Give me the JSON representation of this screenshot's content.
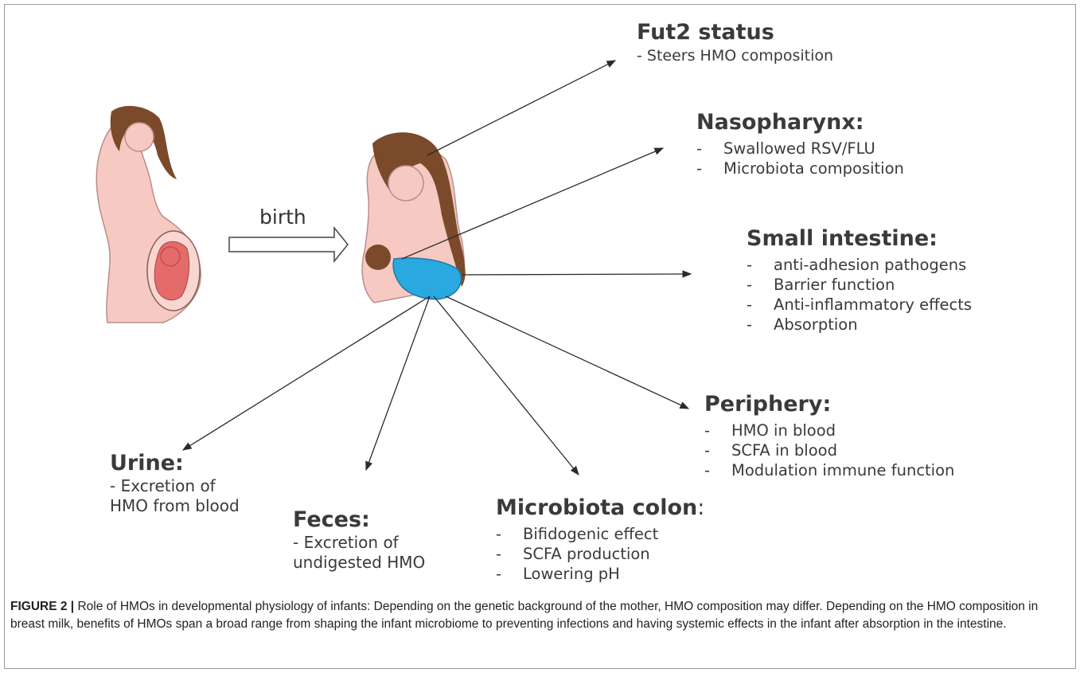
{
  "birth_label": "birth",
  "nodes": {
    "fut2": {
      "title": "Fut2 status",
      "lines": [
        "- Steers HMO composition"
      ]
    },
    "nasopharynx": {
      "title": "Nasopharynx:",
      "items": [
        "Swallowed RSV/FLU",
        "Microbiota composition"
      ]
    },
    "small_intestine": {
      "title": "Small intestine:",
      "items": [
        "anti-adhesion pathogens",
        "Barrier function",
        "Anti-inflammatory effects",
        "Absorption"
      ]
    },
    "periphery": {
      "title": "Periphery:",
      "items": [
        "HMO in blood",
        "SCFA in blood",
        "Modulation immune function"
      ]
    },
    "urine": {
      "title": "Urine:",
      "lines": [
        "- Excretion of",
        "HMO from blood"
      ]
    },
    "feces": {
      "title": "Feces:",
      "lines": [
        "- Excretion of",
        "undigested HMO"
      ]
    },
    "microbiota_colon": {
      "title": "Microbiota colon",
      "title_suffix": ":",
      "items": [
        "Bifidogenic effect",
        "SCFA production",
        "Lowering pH"
      ]
    }
  },
  "caption": {
    "label": "FIGURE 2 |",
    "text": " Role of HMOs in developmental physiology of infants: Depending on the genetic background of the mother, HMO composition may differ. Depending on the HMO composition in breast milk, benefits of HMOs span a broad range from shaping the infant microbiome to preventing infections and having systemic effects in the infant after absorption in the intestine."
  },
  "colors": {
    "skin": "#f6c9c3",
    "hair": "#7a4a2a",
    "fetus": "#e56a6a",
    "blanket": "#2aa8e0",
    "arrow": "#2b2b2b"
  }
}
